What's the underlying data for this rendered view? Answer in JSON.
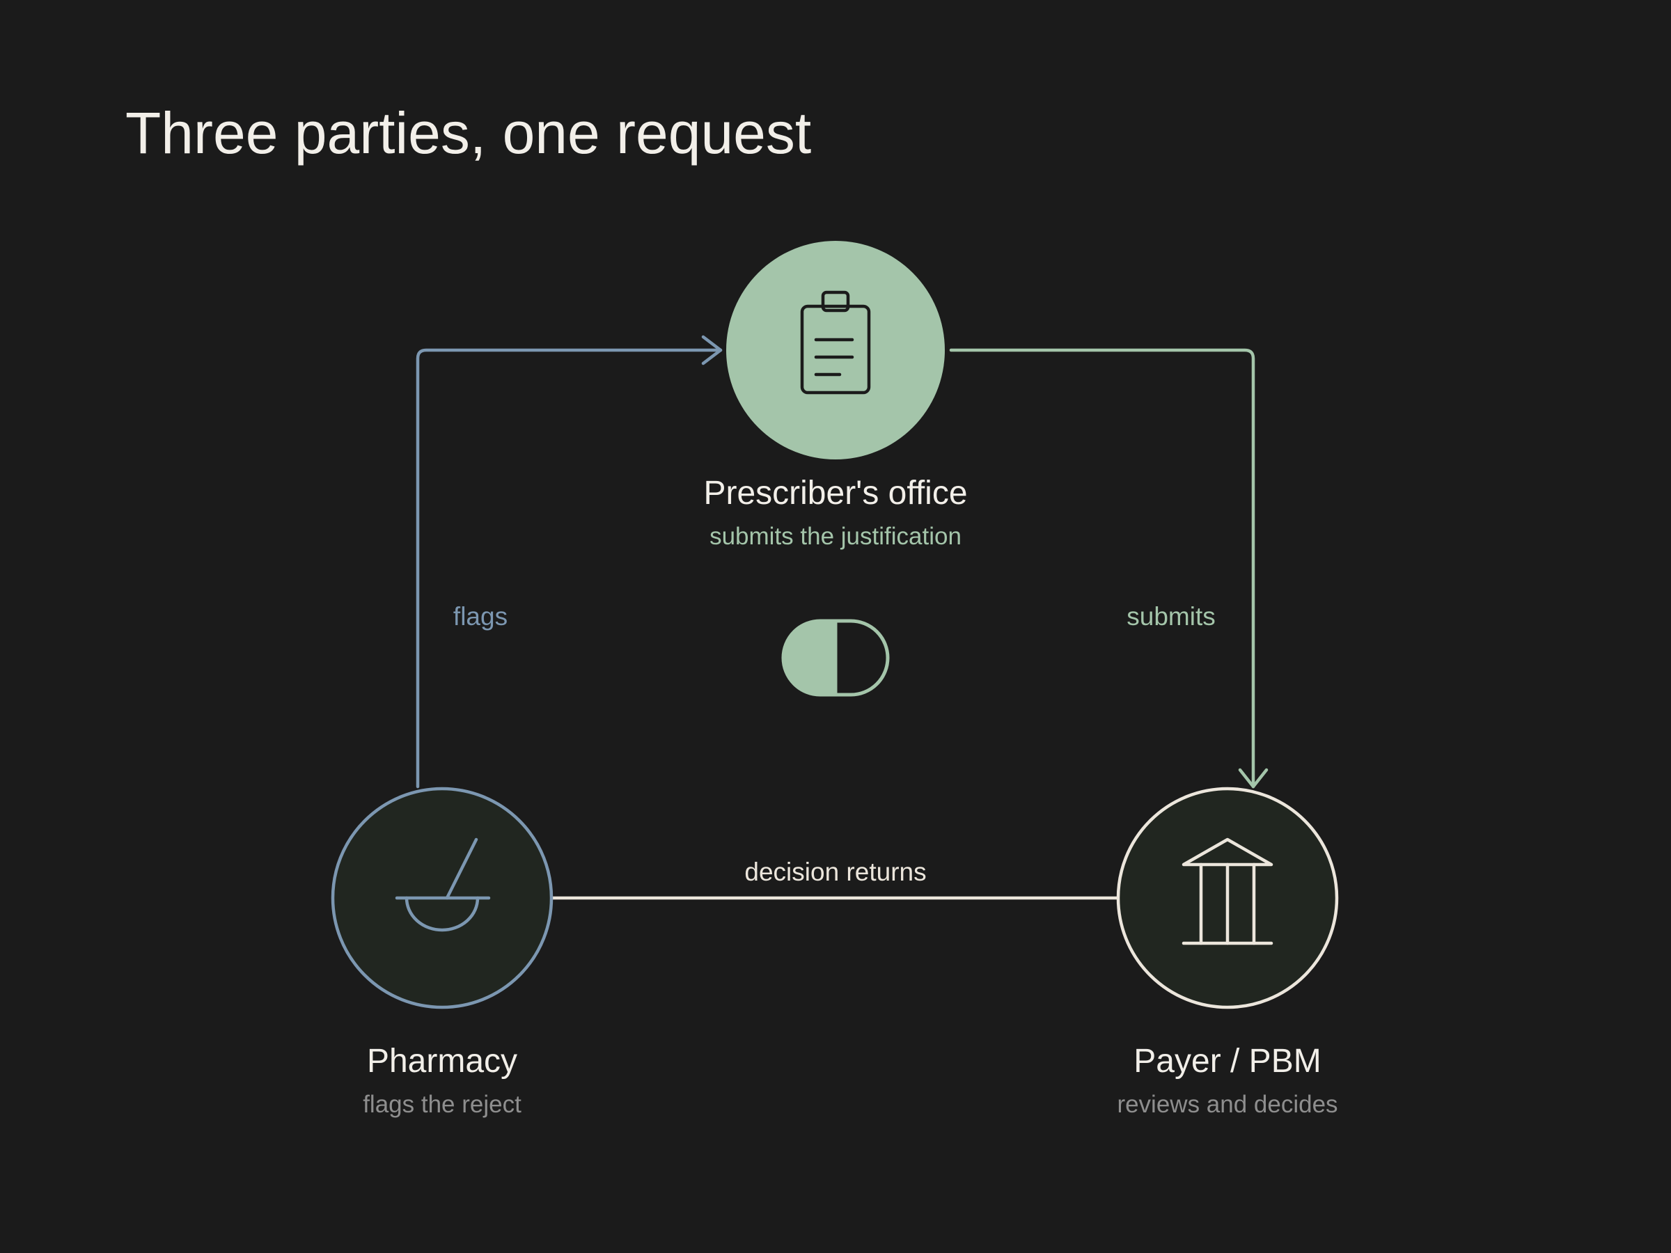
{
  "title": "Three parties, one request",
  "colors": {
    "background": "#1b1b1b",
    "green": "#a4c5aa",
    "blue": "#7c97b1",
    "cream": "#ece6dc",
    "dark_fill": "#212620",
    "sub_gray": "#8e8e8e",
    "text": "#f2efe9"
  },
  "nodes": {
    "prescriber": {
      "name": "Prescriber's office",
      "subtitle": "submits the justification",
      "icon": "clipboard-icon"
    },
    "pharmacy": {
      "name": "Pharmacy",
      "subtitle": "flags the reject",
      "icon": "mortar-pestle-icon"
    },
    "payer": {
      "name": "Payer / PBM",
      "subtitle": "reviews and decides",
      "icon": "bank-building-icon"
    }
  },
  "edges": {
    "flags": "flags",
    "submits": "submits",
    "decision": "decision returns"
  },
  "center_icon": "pill-icon"
}
